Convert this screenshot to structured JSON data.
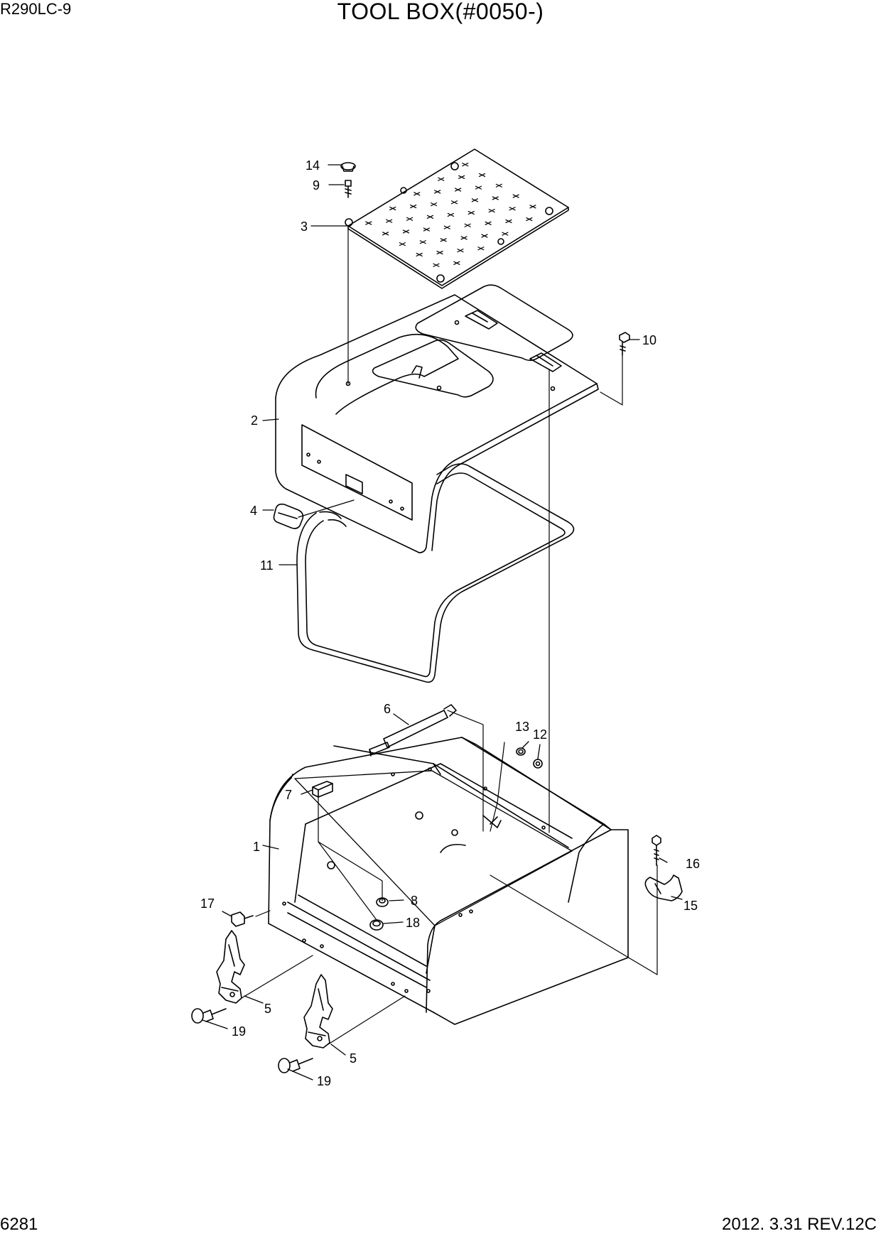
{
  "header": {
    "model": "R290LC-9",
    "title": "TOOL BOX(#0050-)"
  },
  "footer": {
    "page_number": "6281",
    "revision": "2012. 3.31  REV.12C"
  },
  "callouts": {
    "c1": "1",
    "c2": "2",
    "c3": "3",
    "c4": "4",
    "c5a": "5",
    "c5b": "5",
    "c6": "6",
    "c7": "7",
    "c8": "8",
    "c9": "9",
    "c10": "10",
    "c11": "11",
    "c12": "12",
    "c13": "13",
    "c14": "14",
    "c15": "15",
    "c16": "16",
    "c17": "17",
    "c18": "18",
    "c19a": "19",
    "c19b": "19"
  }
}
